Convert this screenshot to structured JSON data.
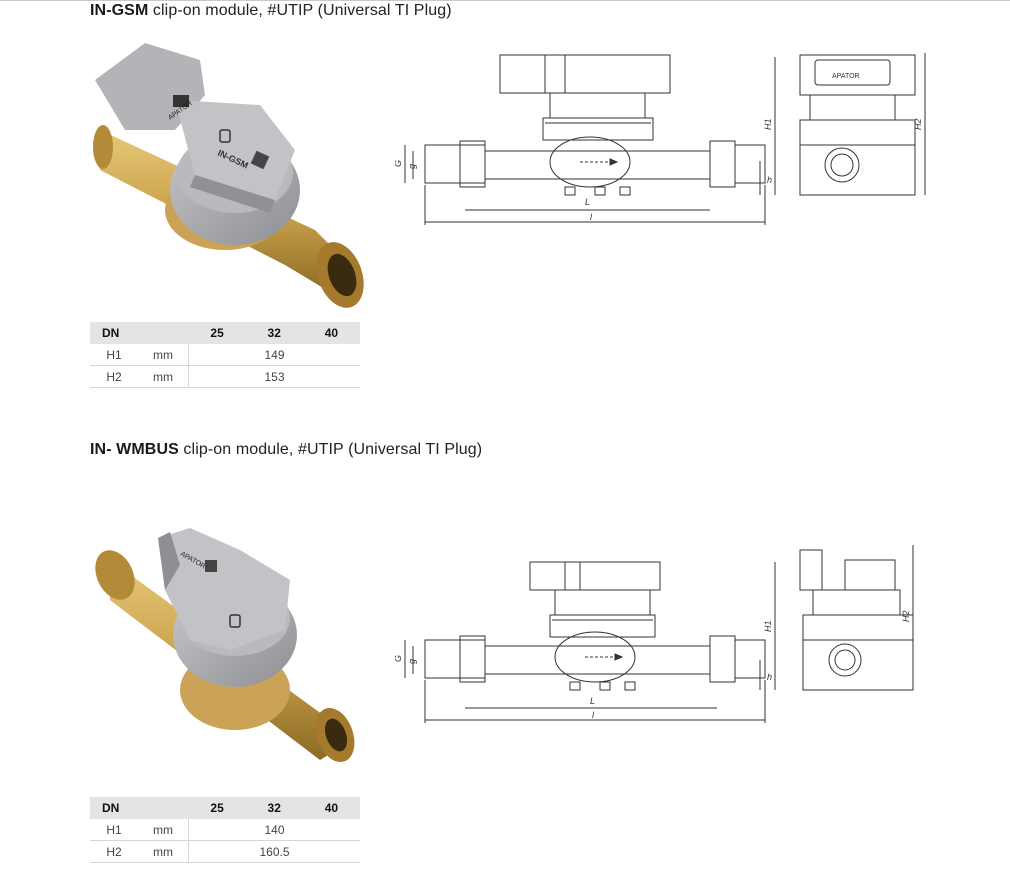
{
  "sections": [
    {
      "title_bold": "IN-GSM",
      "title_rest": " clip-on module, #UTIP (Universal TI Plug)",
      "module_logo_text": "APATOR",
      "module_text": "IN-GSM",
      "table": {
        "headers": [
          "DN",
          "",
          "25",
          "32",
          "40"
        ],
        "rows": [
          {
            "key": "H1",
            "unit": "mm",
            "value": "149"
          },
          {
            "key": "H2",
            "unit": "mm",
            "value": "153"
          }
        ]
      },
      "drawing_labels": {
        "H1": "H1",
        "H2": "H2",
        "G": "G",
        "g": "g",
        "h": "h",
        "L": "L",
        "l": "l",
        "brand": "APATOR"
      }
    },
    {
      "title_bold": "IN- WMBUS",
      "title_rest": " clip-on module, #UTIP (Universal TI Plug)",
      "module_logo_text": "APATOR",
      "module_text": "",
      "table": {
        "headers": [
          "DN",
          "",
          "25",
          "32",
          "40"
        ],
        "rows": [
          {
            "key": "H1",
            "unit": "mm",
            "value": "140"
          },
          {
            "key": "H2",
            "unit": "mm",
            "value": "160.5"
          }
        ]
      },
      "drawing_labels": {
        "H1": "H1",
        "H2": "H2",
        "G": "G",
        "g": "g",
        "h": "h",
        "L": "L",
        "l": "l",
        "brand": ""
      }
    }
  ],
  "colors": {
    "brass": "#c9a24a",
    "module_grey": "#a9aaad",
    "line": "#333333",
    "table_header": "#e4e4e4"
  }
}
